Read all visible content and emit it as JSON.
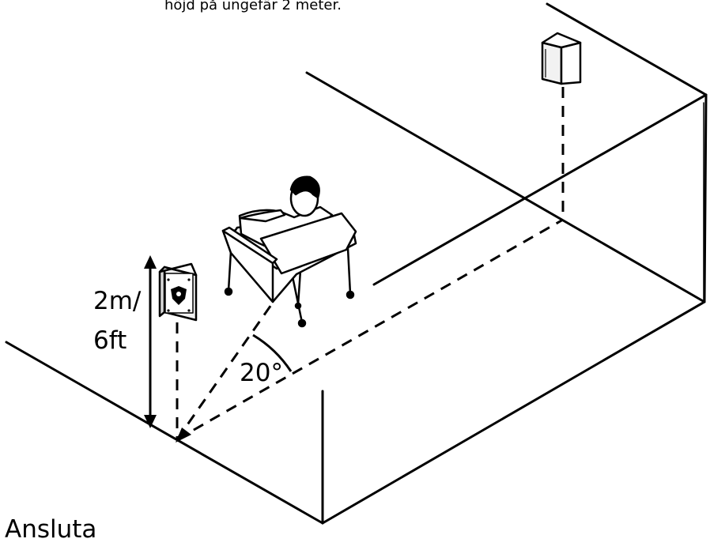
{
  "top_text": "höjd på ungefär 2 meter.",
  "height_label": {
    "line1": "2m/",
    "line2": "6ft"
  },
  "angle_label": "20°",
  "section_heading": "Ansluta",
  "icons": [
    "speaker-left-icon",
    "speaker-right-icon",
    "listener-in-chair-icon",
    "speaker-logo-icon"
  ],
  "colors": {
    "line": "#000000",
    "background": "#ffffff",
    "speaker_fill": "#f2f2f2"
  }
}
